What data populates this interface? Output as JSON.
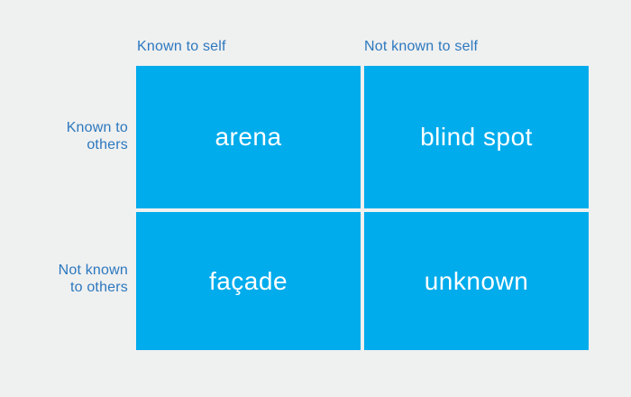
{
  "colors": {
    "background": "#EFF0F0",
    "quadrant_fill": "#00ACEC",
    "axis_label_text": "#2C78BE",
    "quadrant_text": "#FFFFFF"
  },
  "column_headers": [
    {
      "label": "Known to self"
    },
    {
      "label": "Not known to self"
    }
  ],
  "row_labels": [
    {
      "label": "Known to\nothers"
    },
    {
      "label": "Not known\nto others"
    }
  ],
  "quadrants": [
    {
      "label": "arena"
    },
    {
      "label": "blind spot"
    },
    {
      "label": "façade"
    },
    {
      "label": "unknown"
    }
  ]
}
